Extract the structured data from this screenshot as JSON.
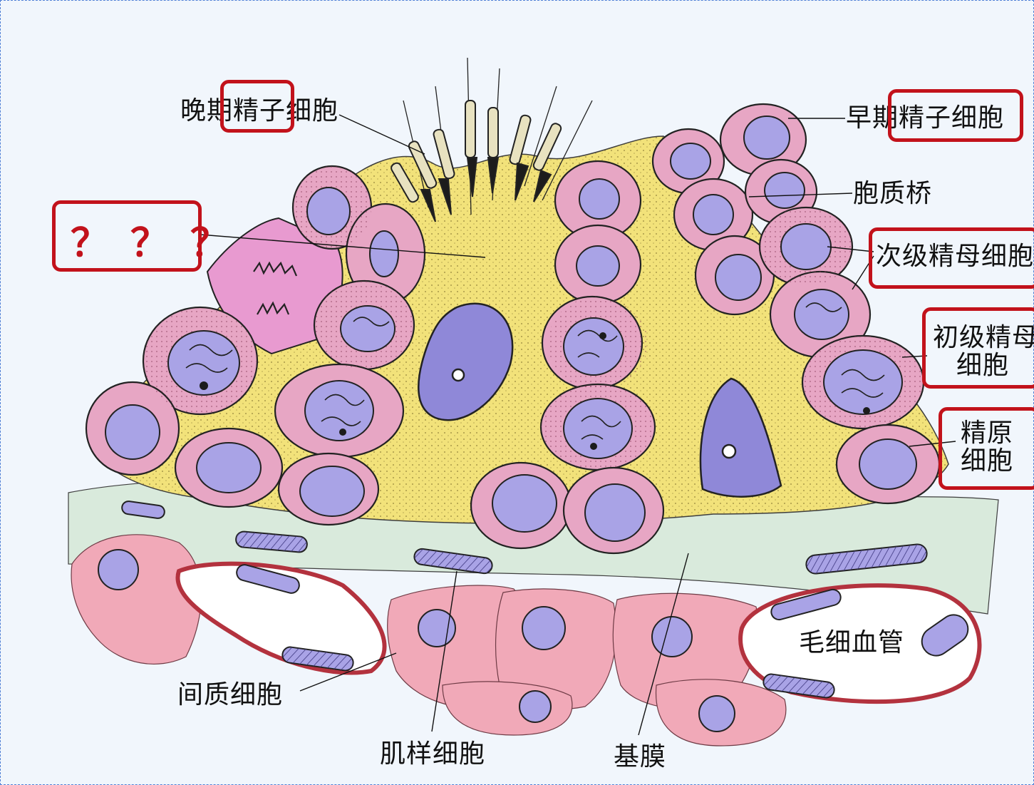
{
  "labels": {
    "late_spermatid": "晚期精子细胞",
    "early_spermatid": "早期精子细胞",
    "cytoplasmic_bridge": "胞质桥",
    "secondary_spermatocyte": "次级精母细胞",
    "primary_spermatocyte_line1": "初级精母",
    "primary_spermatocyte_line2": "细胞",
    "spermatogonium_line1": "精原",
    "spermatogonium_line2": "细胞",
    "capillary": "毛细血管",
    "interstitial_cell": "间质细胞",
    "myoid_cell": "肌样细胞",
    "basement_membrane": "基膜"
  },
  "question_marks": "？？？",
  "colors": {
    "highlight": "#c2121b",
    "sertoli_cytoplasm": "#f2e27a",
    "germ_cell": "#e7a6c4",
    "nucleus": "#a9a3e6",
    "connective_tissue": "#d9eadc",
    "interstitial": "#f1a9b8"
  }
}
